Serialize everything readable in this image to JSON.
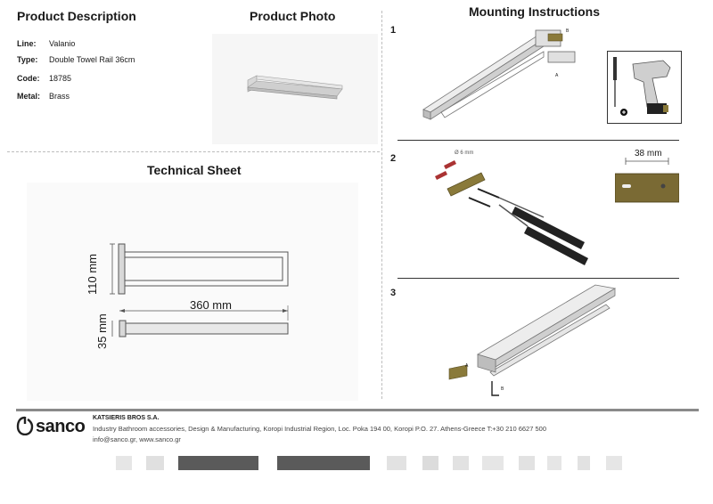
{
  "headings": {
    "product_description": "Product Description",
    "product_photo": "Product Photo",
    "technical_sheet": "Technical Sheet",
    "mounting_instructions": "Mounting Instructions"
  },
  "specs": [
    {
      "label": "Line:",
      "value": "Valanio"
    },
    {
      "label": "Type:",
      "value": "Double Towel Rail 36cm"
    },
    {
      "label": "Code:",
      "value": "18785"
    },
    {
      "label": "Metal:",
      "value": "Brass"
    }
  ],
  "technical": {
    "height_dim": "110 mm",
    "length_dim": "360 mm",
    "depth_dim": "35 mm"
  },
  "steps": {
    "step1": "1",
    "step2": "2",
    "step3": "3",
    "drill_size": "Ø 6 mm",
    "spacing_dim": "38 mm",
    "label_a": "A",
    "label_b": "B"
  },
  "footer": {
    "brand": "sanco",
    "company": "KATSIERIS BROS S.A.",
    "address": "Industry Bathroom accessories, Design & Manufacturing, Koropi Industrial Region, Loc. Poka 194 00, Koropi P.O. 27. Athens-Greece   T:+30 210 6627 500",
    "contact": "info@sanco.gr, www.sanco.gr"
  },
  "colors": {
    "rail": "#9a9a9a",
    "bracket": "#8a7a3a",
    "footer_bar": "#8a8a8a"
  }
}
